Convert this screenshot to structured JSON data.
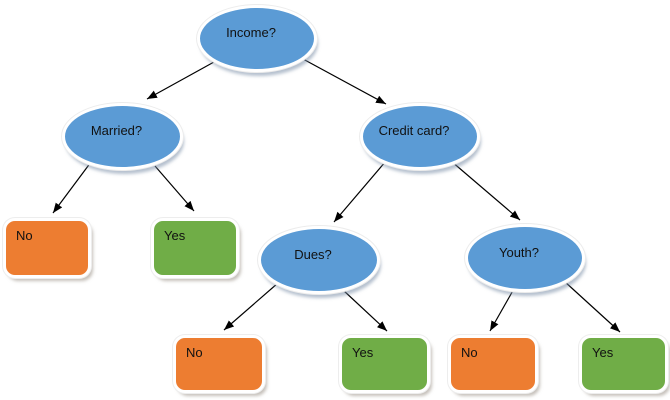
{
  "diagram": {
    "kind": "decision-tree",
    "background_color": "#ffffff",
    "decision_node_color": "#5b9bd5",
    "leaf_no_color": "#ed7d31",
    "leaf_yes_color": "#70ad47",
    "arrow_color": "#000000",
    "text_color": "#111111"
  },
  "nodes": {
    "income": {
      "label": "Income?",
      "shape": "ellipse",
      "color": "#5b9bd5"
    },
    "married": {
      "label": "Married?",
      "shape": "ellipse",
      "color": "#5b9bd5"
    },
    "credit_card": {
      "label": "Credit card?",
      "shape": "ellipse",
      "color": "#5b9bd5"
    },
    "dues": {
      "label": "Dues?",
      "shape": "ellipse",
      "color": "#5b9bd5"
    },
    "youth": {
      "label": "Youth?",
      "shape": "ellipse",
      "color": "#5b9bd5"
    },
    "married_no": {
      "label": "No",
      "shape": "rounded-rect",
      "color": "#ed7d31"
    },
    "married_yes": {
      "label": "Yes",
      "shape": "rounded-rect",
      "color": "#70ad47"
    },
    "dues_no": {
      "label": "No",
      "shape": "rounded-rect",
      "color": "#ed7d31"
    },
    "dues_yes": {
      "label": "Yes",
      "shape": "rounded-rect",
      "color": "#70ad47"
    },
    "youth_no": {
      "label": "No",
      "shape": "rounded-rect",
      "color": "#ed7d31"
    },
    "youth_yes": {
      "label": "Yes",
      "shape": "rounded-rect",
      "color": "#70ad47"
    }
  },
  "edges": [
    {
      "from": "income",
      "to": "married"
    },
    {
      "from": "income",
      "to": "credit_card"
    },
    {
      "from": "married",
      "to": "married_no"
    },
    {
      "from": "married",
      "to": "married_yes"
    },
    {
      "from": "credit_card",
      "to": "dues"
    },
    {
      "from": "credit_card",
      "to": "youth"
    },
    {
      "from": "dues",
      "to": "dues_no"
    },
    {
      "from": "dues",
      "to": "dues_yes"
    },
    {
      "from": "youth",
      "to": "youth_no"
    },
    {
      "from": "youth",
      "to": "youth_yes"
    }
  ]
}
